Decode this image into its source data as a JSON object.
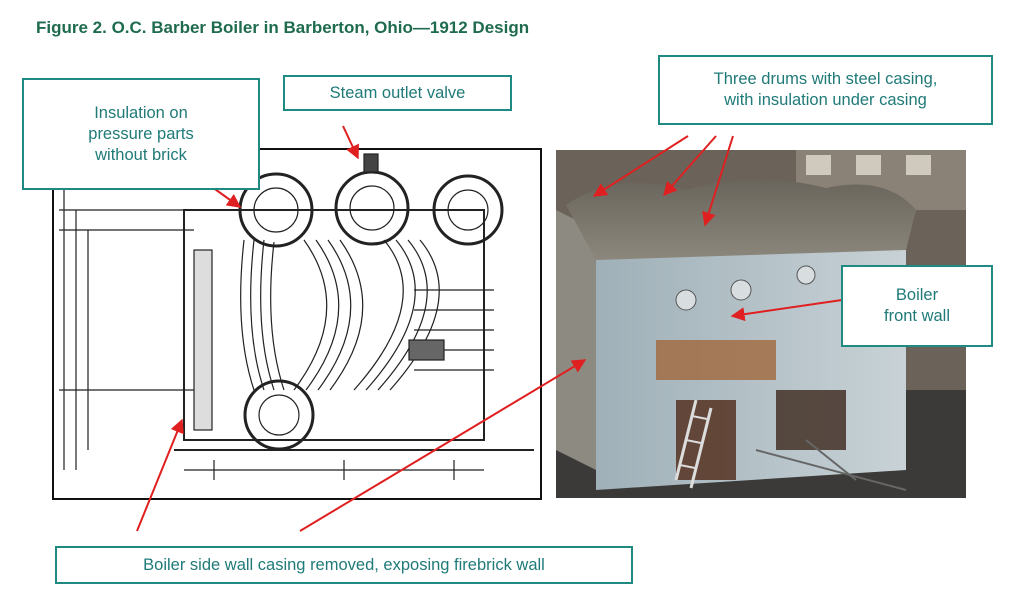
{
  "figure": {
    "title": "Figure 2. O.C. Barber Boiler in Barberton, Ohio—1912 Design"
  },
  "callouts": {
    "insulation": "Insulation on\npressure parts\nwithout brick",
    "steam_valve": "Steam outlet valve",
    "three_drums": "Three drums with steel casing,\nwith insulation under casing",
    "front_wall": "Boiler\nfront wall",
    "side_wall": "Boiler side wall casing removed, exposing firebrick wall"
  },
  "colors": {
    "title": "#1f6b4e",
    "callout_border": "#1f8a82",
    "callout_text": "#1f7a78",
    "arrow": "#e02020"
  },
  "images": {
    "drawing_icon": "technical-boiler-drawing",
    "photo_icon": "boiler-photograph"
  }
}
